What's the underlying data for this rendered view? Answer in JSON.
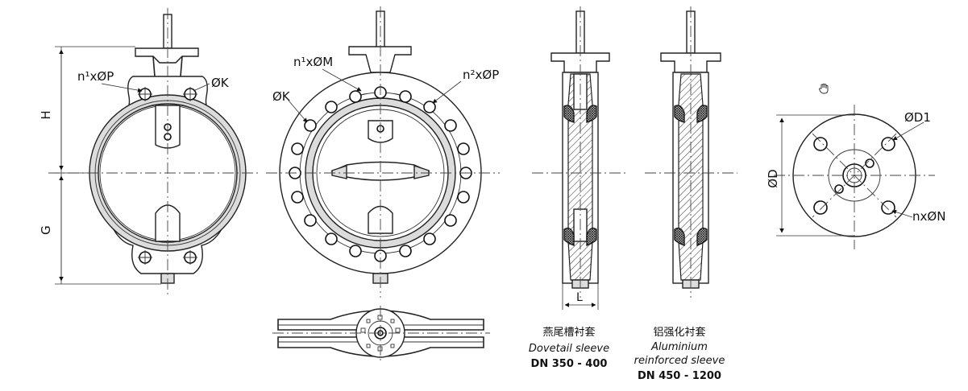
{
  "labels": {
    "lug_holes": "n¹xØP",
    "flange_holes_1": "n¹xØM",
    "flange_holes_2": "n²xØP",
    "dia_k_left": "ØK",
    "dia_k_mid": "ØK",
    "dim_h": "H",
    "dim_g": "G",
    "dim_l": "L",
    "dim_d": "ØD",
    "dim_d1": "ØD1",
    "top_holes": "nxØN"
  },
  "captions": {
    "dovetail": {
      "cn": "燕尾槽衬套",
      "en": "Dovetail sleeve",
      "range": "DN 350 - 400"
    },
    "aluminium": {
      "cn": "铝强化衬套",
      "en_line1": "Aluminium",
      "en_line2": "reinforced sleeve",
      "range": "DN 450 - 1200"
    }
  },
  "icons": {
    "cursor": "hand-cursor-icon"
  }
}
